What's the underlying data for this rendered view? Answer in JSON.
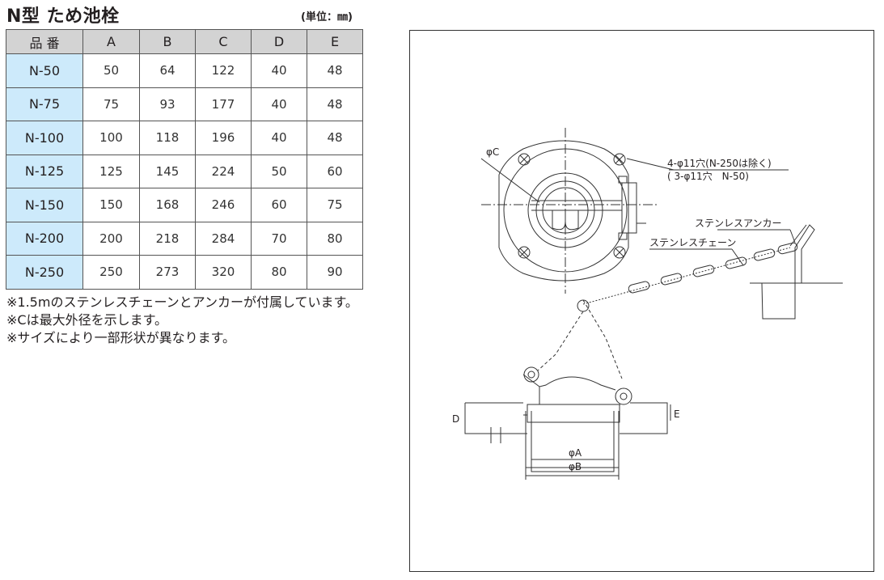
{
  "title": "N型 ため池栓",
  "unit": "(単位：㎜)",
  "table": {
    "headers": [
      "品 番",
      "A",
      "B",
      "C",
      "D",
      "E"
    ],
    "rows": [
      {
        "model": "N-50",
        "A": "50",
        "B": "64",
        "C": "122",
        "D": "40",
        "E": "48"
      },
      {
        "model": "N-75",
        "A": "75",
        "B": "93",
        "C": "177",
        "D": "40",
        "E": "48"
      },
      {
        "model": "N-100",
        "A": "100",
        "B": "118",
        "C": "196",
        "D": "40",
        "E": "48"
      },
      {
        "model": "N-125",
        "A": "125",
        "B": "145",
        "C": "224",
        "D": "50",
        "E": "60"
      },
      {
        "model": "N-150",
        "A": "150",
        "B": "168",
        "C": "246",
        "D": "60",
        "E": "75"
      },
      {
        "model": "N-200",
        "A": "200",
        "B": "218",
        "C": "284",
        "D": "70",
        "E": "80"
      },
      {
        "model": "N-250",
        "A": "250",
        "B": "273",
        "C": "320",
        "D": "80",
        "E": "90"
      }
    ]
  },
  "notes": [
    "※1.5mのステンレスチェーンとアンカーが付属しています。",
    "※Cは最大外径を示します。",
    "※サイズにより一部形状が異なります。"
  ],
  "drawing": {
    "label_phi_c": "φC",
    "label_holes": "4-φ11穴(N-250は除く)",
    "label_holes_n50": "( 3-φ11穴　N-50)",
    "label_anchor": "ステンレスアンカー",
    "label_chain": "ステンレスチェーン",
    "label_d": "D",
    "label_e": "E",
    "label_phi_a": "φA",
    "label_phi_b": "φB"
  }
}
